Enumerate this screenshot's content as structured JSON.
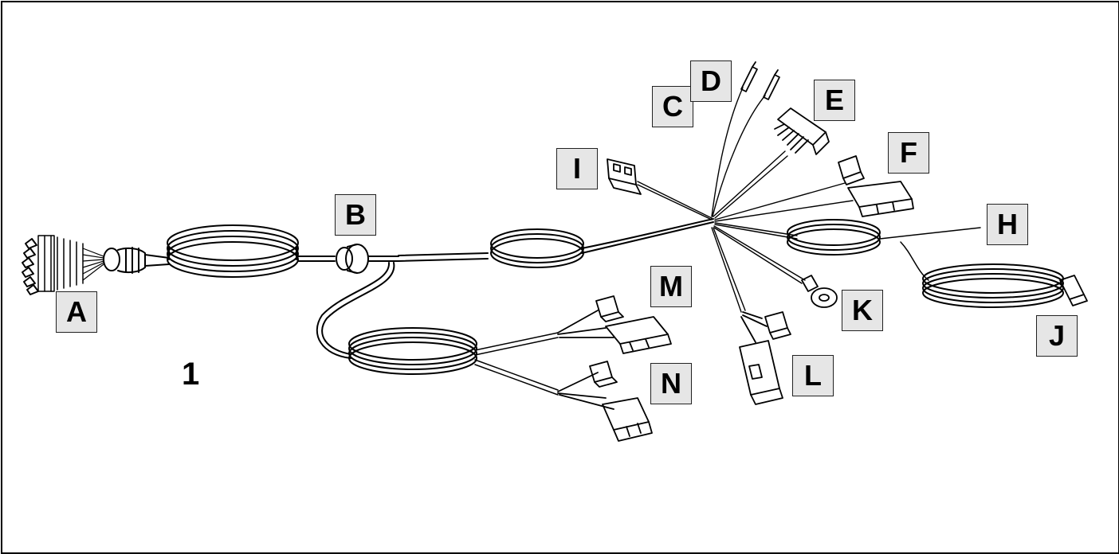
{
  "figure": {
    "number": "1",
    "callouts": {
      "a": "A",
      "b": "B",
      "c": "C",
      "d": "D",
      "e": "E",
      "f": "F",
      "h": "H",
      "i": "I",
      "j": "J",
      "k": "K",
      "l": "L",
      "m": "M",
      "n": "N"
    }
  }
}
